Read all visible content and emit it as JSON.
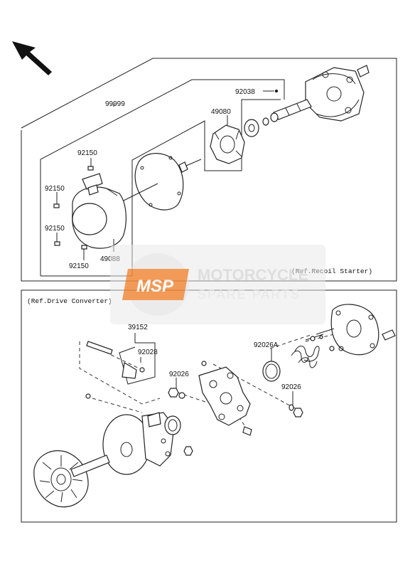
{
  "upper_section": {
    "ref_label": "(Ref.Recoil Starter)",
    "part_numbers": {
      "assembly": "99999",
      "shaft_seal": "92038",
      "ratchet": "49080",
      "bolt_top": "92150",
      "bolt_left_upper": "92150",
      "bolt_left_lower": "92150",
      "bolt_bottom": "92150",
      "starter_housing": "49088"
    }
  },
  "lower_section": {
    "ref_label": "(Ref.Drive Converter)",
    "part_numbers": {
      "kit": "39152",
      "weight_pin": "92028",
      "spring_retainer": "92026A",
      "washer_left": "92026",
      "washer_right": "92026"
    }
  },
  "watermark": {
    "logo": "MSP",
    "line1": "MOTORCYCLE",
    "line2": "SPARE PARTS"
  },
  "colors": {
    "logo_orange": "#f08a3c",
    "watermark_gray": "#d0d0d0",
    "line": "#222222"
  },
  "icons": [
    "direction-arrow-icon"
  ]
}
